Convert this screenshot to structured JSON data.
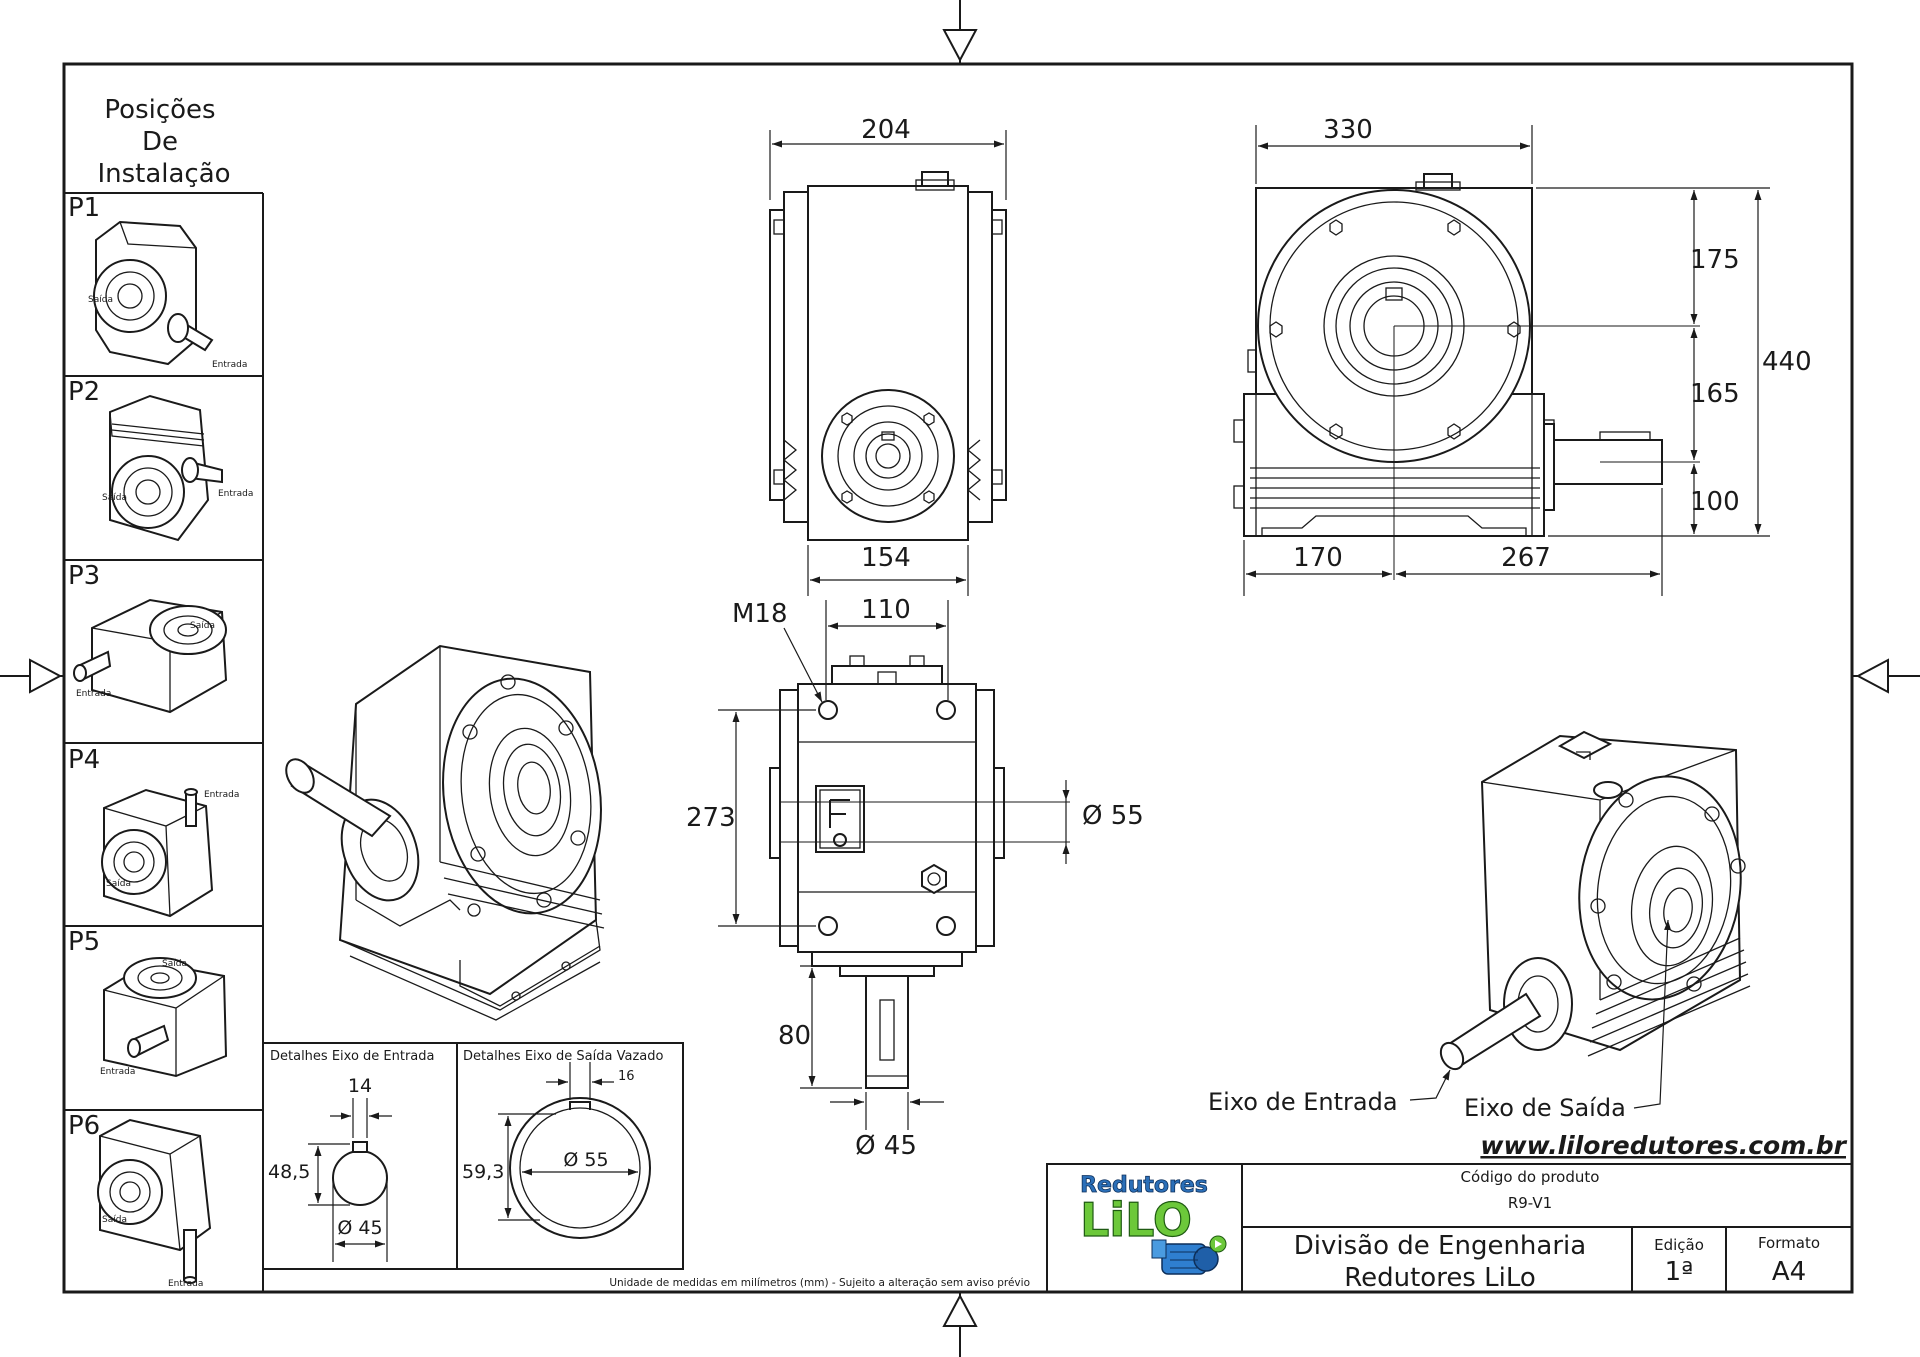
{
  "sidebar": {
    "title_line1": "Posições",
    "title_line2": "De",
    "title_line3": "Instalação",
    "positions": [
      {
        "label": "P1",
        "entrada": "Entrada",
        "saida": "Saída"
      },
      {
        "label": "P2",
        "entrada": "Entrada",
        "saida": "Saída"
      },
      {
        "label": "P3",
        "entrada": "Entrada",
        "saida": "Saída"
      },
      {
        "label": "P4",
        "entrada": "Entrada",
        "saida": "Saída"
      },
      {
        "label": "P5",
        "entrada": "Entrada",
        "saida": "Saída"
      },
      {
        "label": "P6",
        "entrada": "Entrada",
        "saida": "Saída"
      }
    ]
  },
  "dimensions": {
    "top_width": "204",
    "top_base": "154",
    "side_width": "330",
    "side_h1": "175",
    "side_h2": "165",
    "side_h3": "100",
    "side_total": "440",
    "side_left": "170",
    "side_right": "267",
    "bottom_thread": "M18",
    "bottom_width": "110",
    "bottom_height": "273",
    "bottom_bore": "Ø 55",
    "bottom_shaft_len": "80",
    "bottom_shaft_dia": "Ø 45"
  },
  "details": {
    "entrada_title": "Detalhes Eixo de Entrada",
    "entrada_key": "14",
    "entrada_height": "48,5",
    "entrada_dia": "Ø 45",
    "saida_title": "Detalhes Eixo de Saída Vazado",
    "saida_key": "16",
    "saida_height": "59,3",
    "saida_dia": "Ø 55"
  },
  "labels": {
    "eixo_entrada": "Eixo de Entrada",
    "eixo_saida": "Eixo de Saída"
  },
  "footer": {
    "note": "Unidade de medidas em milímetros (mm) - Sujeito a alteração sem aviso prévio",
    "url": "www.liloredutores.com.br"
  },
  "title_block": {
    "logo_top": "Redutores",
    "logo_main": "LiLO",
    "codigo_label": "Código do produto",
    "codigo_value": "R9-V1",
    "division_line1": "Divisão de Engenharia",
    "division_line2": "Redutores LiLo",
    "edicao_label": "Edição",
    "edicao_value": "1ª",
    "formato_label": "Formato",
    "formato_value": "A4"
  }
}
